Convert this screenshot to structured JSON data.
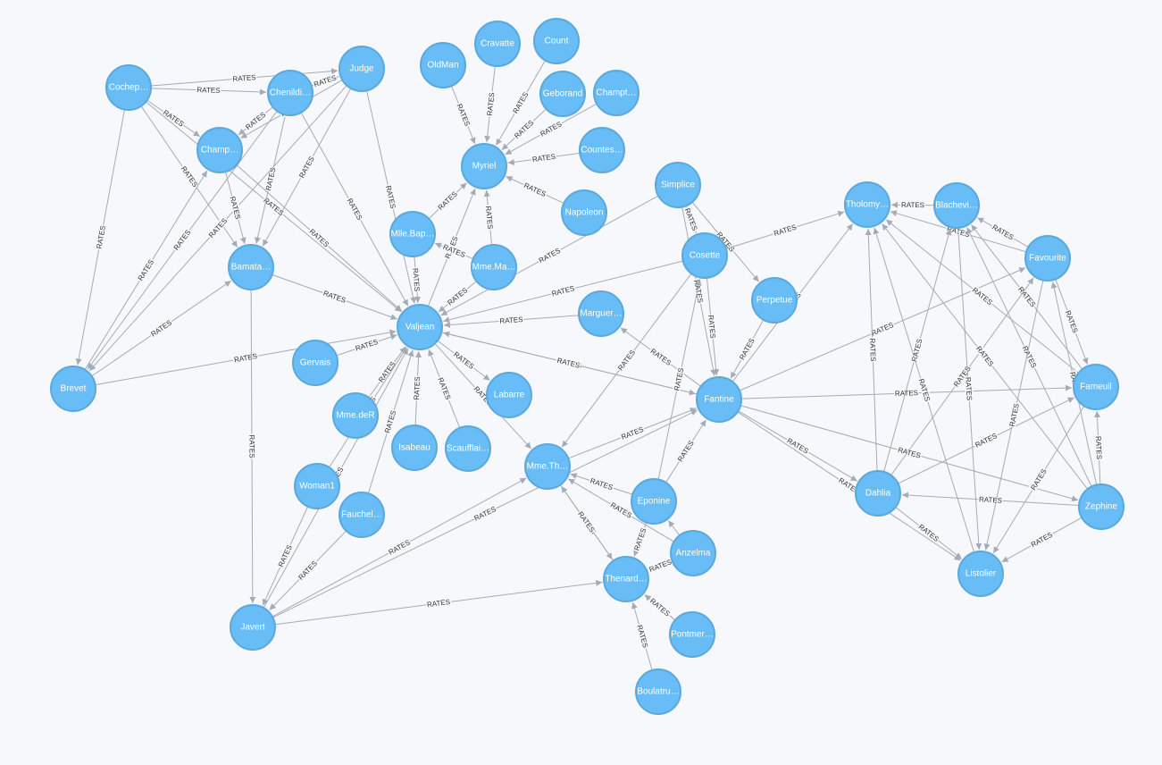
{
  "graph": {
    "relationship_label": "RATES",
    "colors": {
      "background": "#f6f8fb",
      "node_fill": "#68bdf6",
      "node_stroke": "#5ca8db",
      "edge": "#a5abb6",
      "node_text": "#ffffff",
      "edge_text": "#333333"
    },
    "nodes": [
      {
        "id": "Cochepaille",
        "label": "Cochep…"
      },
      {
        "id": "Chenildieu",
        "label": "Chenildi…"
      },
      {
        "id": "Judge",
        "label": "Judge"
      },
      {
        "id": "Champmathieu",
        "label": "Champ…"
      },
      {
        "id": "Bamatabois",
        "label": "Bamata…"
      },
      {
        "id": "Brevet",
        "label": "Brevet"
      },
      {
        "id": "OldMan",
        "label": "OldMan"
      },
      {
        "id": "Cravatte",
        "label": "Cravatte"
      },
      {
        "id": "Count",
        "label": "Count"
      },
      {
        "id": "Geborand",
        "label": "Geborand"
      },
      {
        "id": "Champtercier",
        "label": "Champt…"
      },
      {
        "id": "Countess",
        "label": "Countes…"
      },
      {
        "id": "Myriel",
        "label": "Myriel"
      },
      {
        "id": "Napoleon",
        "label": "Napoleon"
      },
      {
        "id": "MlleBaptistine",
        "label": "Mlle.Bap…"
      },
      {
        "id": "MmeMagloire",
        "label": "Mme.Ma…"
      },
      {
        "id": "Valjean",
        "label": "Valjean"
      },
      {
        "id": "Gervais",
        "label": "Gervais"
      },
      {
        "id": "MmeDeR",
        "label": "Mme.deR"
      },
      {
        "id": "Isabeau",
        "label": "Isabeau"
      },
      {
        "id": "Scaufflaire",
        "label": "Scaufflai…"
      },
      {
        "id": "Woman1",
        "label": "Woman1"
      },
      {
        "id": "Fauchelevent",
        "label": "Fauchel…"
      },
      {
        "id": "Javert",
        "label": "Javert"
      },
      {
        "id": "Labarre",
        "label": "Labarre"
      },
      {
        "id": "Marguerite",
        "label": "Marguer…"
      },
      {
        "id": "MmeThenardier",
        "label": "Mme.Th…"
      },
      {
        "id": "Simplice",
        "label": "Simplice"
      },
      {
        "id": "Cosette",
        "label": "Cosette"
      },
      {
        "id": "Perpetue",
        "label": "Perpetue"
      },
      {
        "id": "Fantine",
        "label": "Fantine"
      },
      {
        "id": "Eponine",
        "label": "Eponine"
      },
      {
        "id": "Anzelma",
        "label": "Anzelma"
      },
      {
        "id": "Thenardier",
        "label": "Thenard…"
      },
      {
        "id": "Pontmercy",
        "label": "Pontmer…"
      },
      {
        "id": "Boulatruelle",
        "label": "Boulatru…"
      },
      {
        "id": "Tholomyes",
        "label": "Tholomy…"
      },
      {
        "id": "Blacheville",
        "label": "Blachevi…"
      },
      {
        "id": "Favourite",
        "label": "Favourite"
      },
      {
        "id": "Fameuil",
        "label": "Fameuil"
      },
      {
        "id": "Dahlia",
        "label": "Dahlia"
      },
      {
        "id": "Zephine",
        "label": "Zephine"
      },
      {
        "id": "Listolier",
        "label": "Listolier"
      }
    ],
    "edges": [
      [
        "Cochepaille",
        "Chenildieu"
      ],
      [
        "Cochepaille",
        "Judge"
      ],
      [
        "Cochepaille",
        "Champmathieu"
      ],
      [
        "Cochepaille",
        "Bamatabois"
      ],
      [
        "Cochepaille",
        "Brevet"
      ],
      [
        "Cochepaille",
        "Valjean"
      ],
      [
        "Chenildieu",
        "Judge"
      ],
      [
        "Chenildieu",
        "Champmathieu"
      ],
      [
        "Chenildieu",
        "Bamatabois"
      ],
      [
        "Chenildieu",
        "Brevet"
      ],
      [
        "Chenildieu",
        "Valjean"
      ],
      [
        "Judge",
        "Champmathieu"
      ],
      [
        "Judge",
        "Bamatabois"
      ],
      [
        "Judge",
        "Brevet"
      ],
      [
        "Judge",
        "Valjean"
      ],
      [
        "Champmathieu",
        "Bamatabois"
      ],
      [
        "Champmathieu",
        "Valjean"
      ],
      [
        "Brevet",
        "Champmathieu"
      ],
      [
        "Brevet",
        "Bamatabois"
      ],
      [
        "Brevet",
        "Valjean"
      ],
      [
        "Bamatabois",
        "Valjean"
      ],
      [
        "Bamatabois",
        "Javert"
      ],
      [
        "OldMan",
        "Myriel"
      ],
      [
        "Cravatte",
        "Myriel"
      ],
      [
        "Count",
        "Myriel"
      ],
      [
        "Geborand",
        "Myriel"
      ],
      [
        "Champtercier",
        "Myriel"
      ],
      [
        "Countess",
        "Myriel"
      ],
      [
        "Napoleon",
        "Myriel"
      ],
      [
        "MlleBaptistine",
        "Myriel"
      ],
      [
        "MmeMagloire",
        "Myriel"
      ],
      [
        "Valjean",
        "Myriel"
      ],
      [
        "MmeMagloire",
        "MlleBaptistine"
      ],
      [
        "MlleBaptistine",
        "Valjean"
      ],
      [
        "MmeMagloire",
        "Valjean"
      ],
      [
        "Gervais",
        "Valjean"
      ],
      [
        "MmeDeR",
        "Valjean"
      ],
      [
        "Isabeau",
        "Valjean"
      ],
      [
        "Scaufflaire",
        "Valjean"
      ],
      [
        "Woman1",
        "Valjean"
      ],
      [
        "Fauchelevent",
        "Valjean"
      ],
      [
        "Valjean",
        "Labarre"
      ],
      [
        "Marguerite",
        "Valjean"
      ],
      [
        "Simplice",
        "Valjean"
      ],
      [
        "Cosette",
        "Valjean"
      ],
      [
        "Fantine",
        "Valjean"
      ],
      [
        "Valjean",
        "Fantine"
      ],
      [
        "Valjean",
        "MmeThenardier"
      ],
      [
        "Woman1",
        "Javert"
      ],
      [
        "Fauchelevent",
        "Javert"
      ],
      [
        "Javert",
        "Valjean"
      ],
      [
        "Javert",
        "MmeThenardier"
      ],
      [
        "Javert",
        "Thenardier"
      ],
      [
        "Javert",
        "Fantine"
      ],
      [
        "Simplice",
        "Cosette"
      ],
      [
        "Simplice",
        "Perpetue"
      ],
      [
        "Simplice",
        "Fantine"
      ],
      [
        "Cosette",
        "Fantine"
      ],
      [
        "Cosette",
        "Tholomyes"
      ],
      [
        "Cosette",
        "MmeThenardier"
      ],
      [
        "Perpetue",
        "Fantine"
      ],
      [
        "Fantine",
        "Marguerite"
      ],
      [
        "MmeThenardier",
        "Fantine"
      ],
      [
        "Eponine",
        "Fantine"
      ],
      [
        "Eponine",
        "MmeThenardier"
      ],
      [
        "Eponine",
        "Thenardier"
      ],
      [
        "Eponine",
        "Cosette"
      ],
      [
        "Anzelma",
        "MmeThenardier"
      ],
      [
        "Anzelma",
        "Eponine"
      ],
      [
        "Anzelma",
        "Thenardier"
      ],
      [
        "Thenardier",
        "MmeThenardier"
      ],
      [
        "MmeThenardier",
        "Thenardier"
      ],
      [
        "Pontmercy",
        "Thenardier"
      ],
      [
        "Boulatruelle",
        "Thenardier"
      ],
      [
        "Fantine",
        "Fameuil"
      ],
      [
        "Fantine",
        "Dahlia"
      ],
      [
        "Fantine",
        "Zephine"
      ],
      [
        "Fantine",
        "Favourite"
      ],
      [
        "Fantine",
        "Listolier"
      ],
      [
        "Fantine",
        "Tholomyes"
      ],
      [
        "Blacheville",
        "Tholomyes"
      ],
      [
        "Favourite",
        "Tholomyes"
      ],
      [
        "Favourite",
        "Blacheville"
      ],
      [
        "Favourite",
        "Fameuil"
      ],
      [
        "Fameuil",
        "Tholomyes"
      ],
      [
        "Fameuil",
        "Blacheville"
      ],
      [
        "Dahlia",
        "Tholomyes"
      ],
      [
        "Dahlia",
        "Blacheville"
      ],
      [
        "Dahlia",
        "Favourite"
      ],
      [
        "Dahlia",
        "Fameuil"
      ],
      [
        "Dahlia",
        "Listolier"
      ],
      [
        "Zephine",
        "Tholomyes"
      ],
      [
        "Zephine",
        "Blacheville"
      ],
      [
        "Zephine",
        "Favourite"
      ],
      [
        "Zephine",
        "Fameuil"
      ],
      [
        "Zephine",
        "Dahlia"
      ],
      [
        "Zephine",
        "Listolier"
      ],
      [
        "Listolier",
        "Tholomyes"
      ],
      [
        "Blacheville",
        "Listolier"
      ],
      [
        "Favourite",
        "Listolier"
      ],
      [
        "Fameuil",
        "Listolier"
      ]
    ]
  }
}
